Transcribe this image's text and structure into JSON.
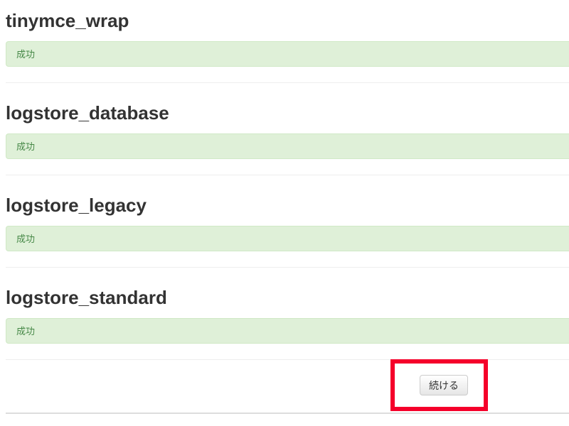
{
  "sections": [
    {
      "title": "tinymce_wrap",
      "status": "成功"
    },
    {
      "title": "logstore_database",
      "status": "成功"
    },
    {
      "title": "logstore_legacy",
      "status": "成功"
    },
    {
      "title": "logstore_standard",
      "status": "成功"
    }
  ],
  "continue_button": {
    "label": "続ける"
  },
  "colors": {
    "success_bg": "#dff0d8",
    "success_text": "#468847",
    "highlight": "#f5002a"
  }
}
